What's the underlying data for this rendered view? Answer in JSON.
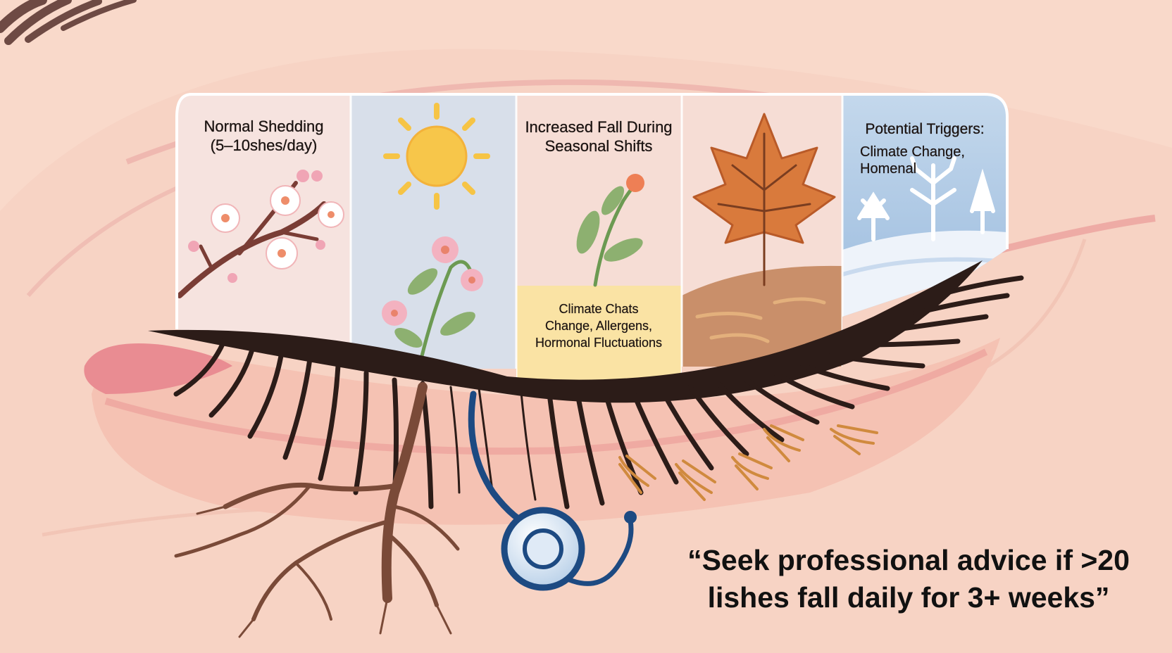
{
  "panels": [
    {
      "id": "spring",
      "title_lines": [
        "Normal Shedding",
        "(5–10shes/day)"
      ]
    },
    {
      "id": "summer"
    },
    {
      "id": "fall-early",
      "title_lines": [
        "Increased Fall During",
        "Seasonal Shifts"
      ],
      "note_lines": [
        "Climate Chats",
        "Change, Allergens,",
        "Hormonal Fluctuations"
      ]
    },
    {
      "id": "autumn"
    },
    {
      "id": "winter",
      "title_lines": [
        "Potential Triggers:"
      ],
      "subtitle_lines": [
        "Climate Change,",
        "Homenal"
      ]
    }
  ],
  "quote": {
    "lines": [
      "“Seek professional advice if >20",
      "lishes fall daily for 3+ weeks”"
    ]
  },
  "colors": {
    "background": "#f7d3c4",
    "lash": "#2c1c18",
    "stethoscope": "#1d4a82",
    "root": "#7a4a38",
    "note_box": "#fae3a4",
    "summer_panel": "#d8dfea",
    "winter_panel": "#a9c5e4"
  },
  "icons": [
    "cherry-blossom-icon",
    "sun-icon",
    "sprout-icon",
    "maple-leaf-icon",
    "snowy-trees-icon",
    "stethoscope-icon",
    "lash-root-icon",
    "fallen-lash-icon"
  ]
}
